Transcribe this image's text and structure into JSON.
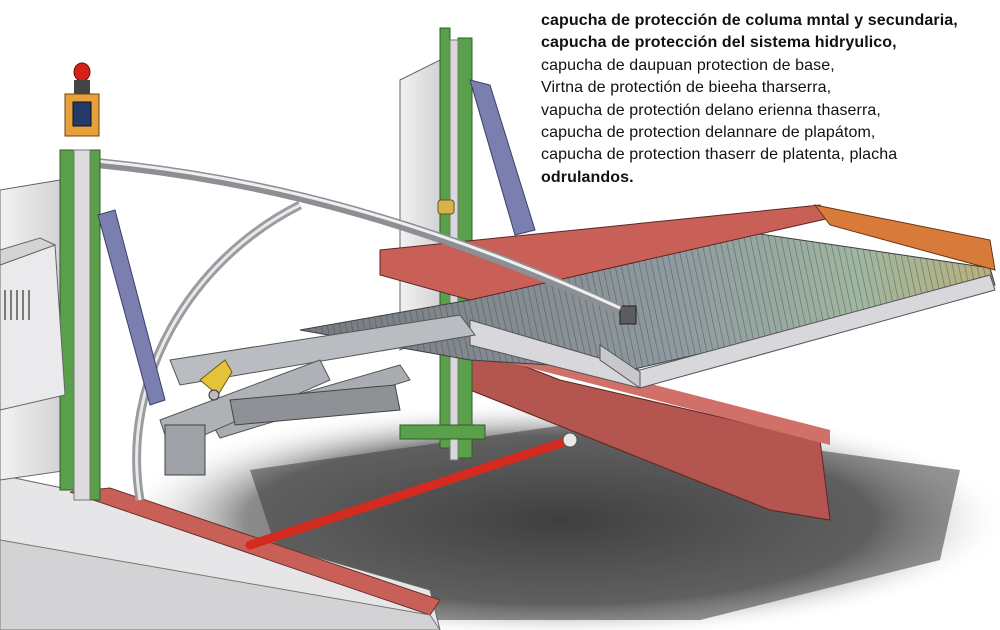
{
  "caption": {
    "lines": [
      "capucha de protección de columa mntal y secundaria,",
      "capucha de protección del sistema hidryulico,",
      "capucha de daupuan protection de base,",
      "Virtna de protectión de bieeha tharserra,",
      "vapucha de protectión delano erienna thaserra,",
      "capucha de protection delannare de plapátom,",
      "capucha de protection thaserr de platenta,  placha",
      "odrulandos."
    ]
  },
  "colors": {
    "frame_green": "#5aa04a",
    "platform_red": "#c86058",
    "platform_orange": "#d77a3a",
    "deck_steel": "#8d9096",
    "column_white": "#e4e4e6",
    "hydraulic_blue": "#7b7fb0",
    "axle_red": "#d42a20",
    "shadow": "#4a4a4a"
  },
  "icons": {
    "beacon": "warning-beacon-icon",
    "control": "control-box-icon"
  }
}
